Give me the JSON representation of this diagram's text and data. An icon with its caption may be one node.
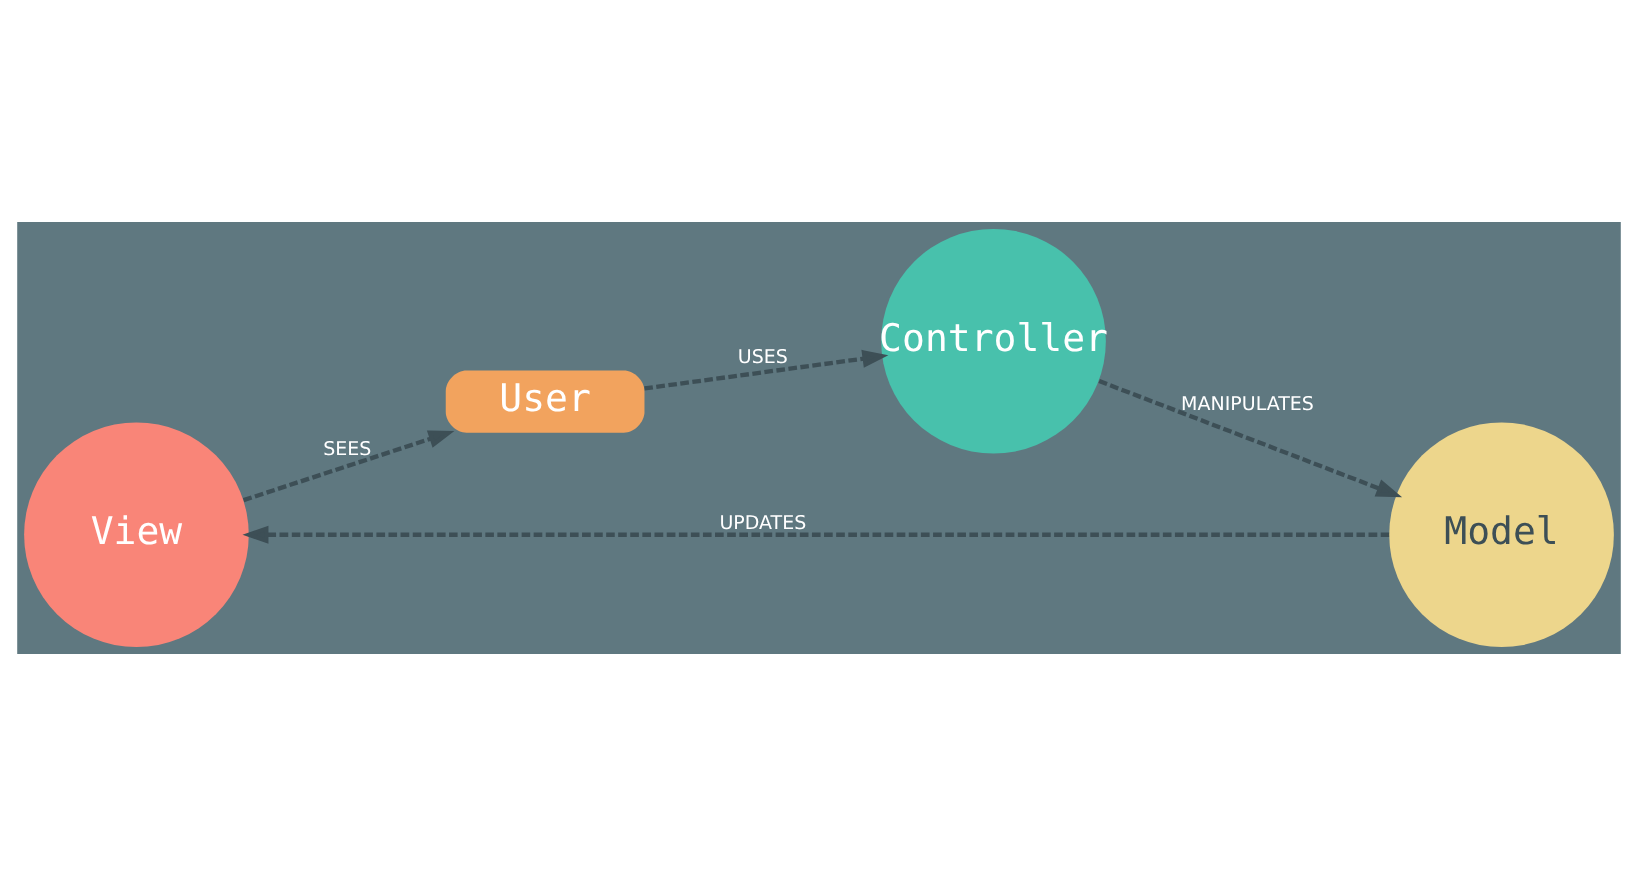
{
  "diagram": {
    "nodes": [
      {
        "text": [
          "View"
        ]
      },
      {
        "text": [
          "User"
        ]
      },
      {
        "text": [
          "Controller"
        ]
      },
      {
        "text": [
          "Model"
        ]
      }
    ],
    "edges": [
      {
        "from": 0,
        "to": 1,
        "arrow": "to",
        "label": "SEES",
        "style": "dashed"
      },
      {
        "from": 1,
        "to": 2,
        "arrow": "to",
        "label": "USES",
        "style": "dashed"
      },
      {
        "from": 2,
        "to": 3,
        "arrow": "to",
        "label": "MANIPULATES",
        "style": "dashed"
      },
      {
        "from": 3,
        "to": 0,
        "arrow": "to",
        "label": "UPDATES",
        "style": "dashed"
      }
    ]
  }
}
